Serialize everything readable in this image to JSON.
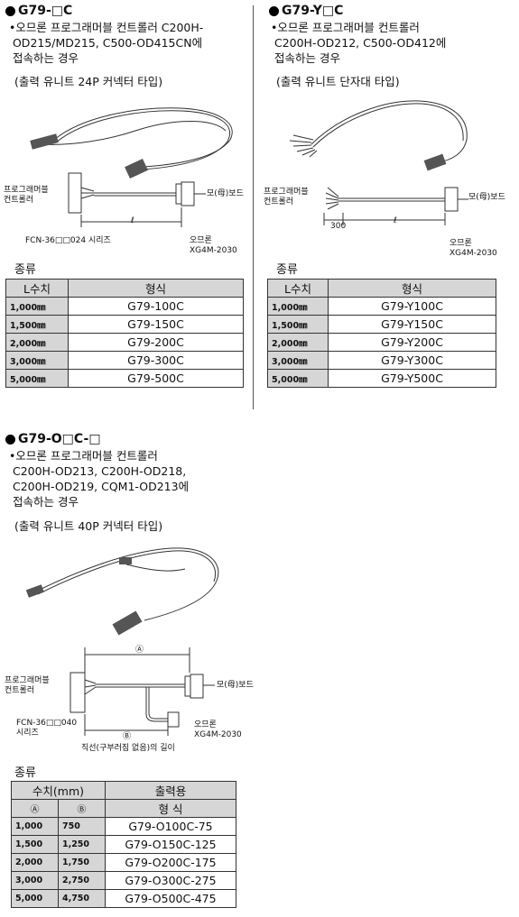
{
  "s1": {
    "title": "G79-□C",
    "desc": "•오므론 프로그래머블 컨트롤러 C200H-\n OD215/MD215, C500-OD415CN에\n 접속하는 경우",
    "subtype": "(출력 유니트 24P 커넥터 타입)",
    "lbl_plc": "프로그래머블\n컨트롤러",
    "lbl_board": "모(母)보드",
    "lbl_len": "ℓ",
    "lbl_fcn": "FCN-36□□024 시리즈",
    "lbl_xg": "오므론\nXG4M-2030",
    "kind": "종류",
    "table": {
      "headers": [
        "L수치",
        "형식"
      ],
      "rows": [
        {
          "len": "1,000㎜",
          "code": "G79-100C"
        },
        {
          "len": "1,500㎜",
          "code": "G79-150C"
        },
        {
          "len": "2,000㎜",
          "code": "G79-200C"
        },
        {
          "len": "3,000㎜",
          "code": "G79-300C"
        },
        {
          "len": "5,000㎜",
          "code": "G79-500C"
        }
      ]
    }
  },
  "s2": {
    "title": "G79-Y□C",
    "desc": "•오므론 프로그래머블 컨트롤러\n C200H-OD212, C500-OD412에\n 접속하는 경우",
    "subtype": "(출력 유니트 단자대 타입)",
    "lbl_plc": "프로그래머블\n컨트롤러",
    "lbl_board": "모(母)보드",
    "lbl_300": "300",
    "lbl_len": "ℓ",
    "lbl_xg": "오므론\nXG4M-2030",
    "kind": "종류",
    "table": {
      "headers": [
        "L수치",
        "형식"
      ],
      "rows": [
        {
          "len": "1,000㎜",
          "code": "G79-Y100C"
        },
        {
          "len": "1,500㎜",
          "code": "G79-Y150C"
        },
        {
          "len": "2,000㎜",
          "code": "G79-Y200C"
        },
        {
          "len": "3,000㎜",
          "code": "G79-Y300C"
        },
        {
          "len": "5,000㎜",
          "code": "G79-Y500C"
        }
      ]
    }
  },
  "s3": {
    "title": "G79-O□C-□",
    "desc": "•오므론 프로그래머블 컨트롤러\n C200H-OD213, C200H-OD218,\n C200H-OD219, CQM1-OD213에\n 접속하는 경우",
    "subtype": "(출력 유니트 40P 커넥터 타입)",
    "lbl_plc": "프로그래머블\n컨트롤러",
    "lbl_board": "모(母)보드",
    "lbl_a": "Ⓐ",
    "lbl_b": "Ⓑ",
    "lbl_fcn": "FCN-36□□040\n시리즈",
    "lbl_xg": "오므론\nXG4M-2030",
    "lbl_straight": "직선(구부러짐 없음)의 길이",
    "kind": "종류",
    "table": {
      "h_dim": "수치(mm)",
      "h_out": "출력용",
      "h_a": "Ⓐ",
      "h_b": "Ⓑ",
      "h_type": "형 식",
      "rows": [
        {
          "a": "1,000",
          "b": "750",
          "code": "G79-O100C-75"
        },
        {
          "a": "1,500",
          "b": "1,250",
          "code": "G79-O150C-125"
        },
        {
          "a": "2,000",
          "b": "1,750",
          "code": "G79-O200C-175"
        },
        {
          "a": "3,000",
          "b": "2,750",
          "code": "G79-O300C-275"
        },
        {
          "a": "5,000",
          "b": "4,750",
          "code": "G79-O500C-475"
        }
      ]
    }
  }
}
